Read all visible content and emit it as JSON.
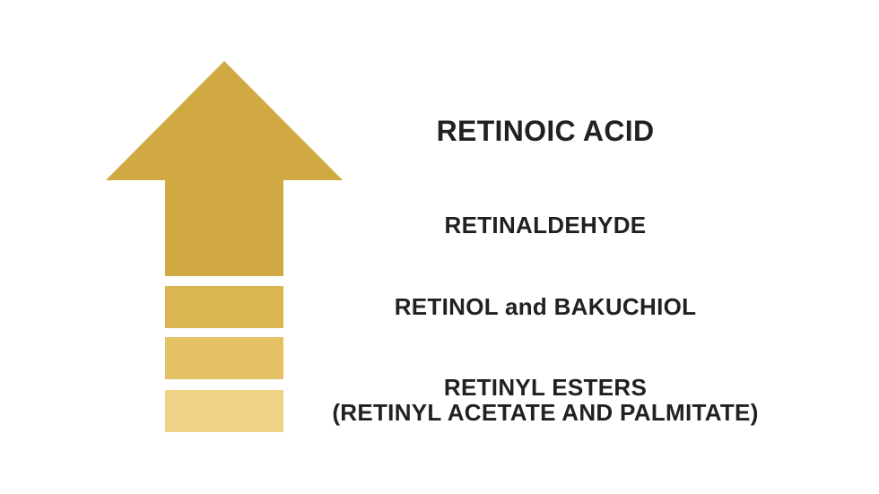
{
  "theme": {
    "background": "#FFFFFF",
    "text_color": "#212121"
  },
  "arrow": {
    "direction": "up",
    "body_color": "#D0A943",
    "block1_color": "#DBB551",
    "block2_color": "#E4C264",
    "block3_color": "#F0D287"
  },
  "labels": {
    "retinoic_acid": "RETINOIC ACID",
    "retinaldehyde": "RETINALDEHYDE",
    "retinol_bakuchiol": "RETINOL and BAKUCHIOL",
    "retinyl_esters_line1": "RETINYL ESTERS",
    "retinyl_esters_line2": "(RETINYL ACETATE AND PALMITATE)"
  }
}
